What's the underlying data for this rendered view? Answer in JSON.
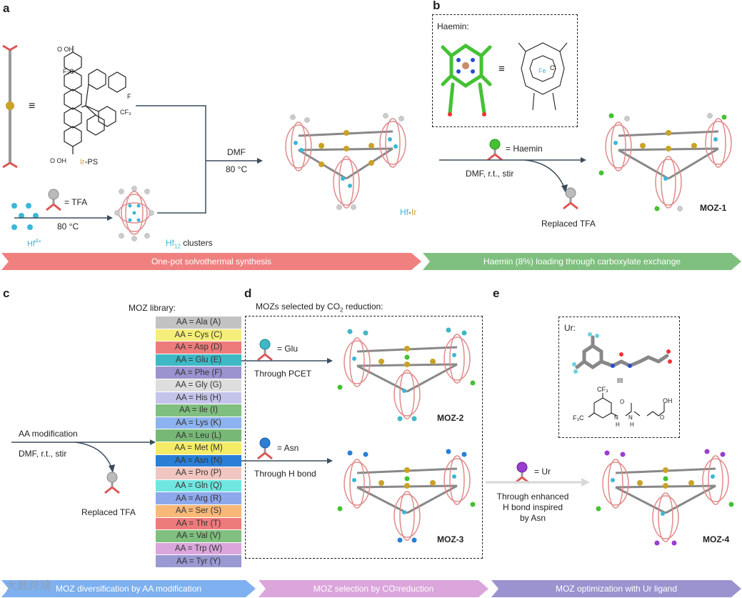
{
  "panels": {
    "a": "a",
    "b": "b",
    "c": "c",
    "d": "d",
    "e": "e"
  },
  "panel_a": {
    "equiv": "≡",
    "ir_ps": {
      "ir": "Ir",
      "rest": "-PS"
    },
    "cooh_top": "O  OH",
    "cf3": "F₃C",
    "cf3b": "CF₃",
    "f": "F",
    "oh_bottom": "O  OH",
    "tfa_label": "= TFA",
    "temp1": "80 °C",
    "hf_ion": {
      "base": "Hf",
      "sup": "4+"
    },
    "hf12": {
      "base": "Hf",
      "sub": "12",
      "rest": " clusters"
    },
    "dmf": "DMF",
    "temp2": "80 °C",
    "product": {
      "hf": "Hf",
      "dash": "-",
      "ir": "Ir"
    }
  },
  "panel_b": {
    "haemin_title": "Haemin:",
    "equiv": "≡",
    "fe": "Fe",
    "cl": "Cl",
    "haemin_eq": "= Haemin",
    "conditions": "DMF, r.t., stir",
    "replaced": "Replaced TFA",
    "product": "MOZ-1"
  },
  "banners_top": {
    "left": "One-pot solvothermal synthesis",
    "right": "Haemin (8%) loading through carboxylate exchange"
  },
  "panel_c": {
    "library_title": "MOZ library:",
    "aa_mod": "AA modification",
    "conditions": "DMF, r.t., stir",
    "replaced": "Replaced TFA",
    "library": [
      {
        "label": "AA = Ala (A)",
        "color": "#c3c3c3"
      },
      {
        "label": "AA = Cys (C)",
        "color": "#f5ee7a"
      },
      {
        "label": "AA = Asp (D)",
        "color": "#ee7b7b"
      },
      {
        "label": "AA = Glu (E)",
        "color": "#3fb8c6"
      },
      {
        "label": "AA = Phe (F)",
        "color": "#9a93cf"
      },
      {
        "label": "AA = Gly (G)",
        "color": "#dedede"
      },
      {
        "label": "AA = His (H)",
        "color": "#c4c4ea"
      },
      {
        "label": "AA = Ile (I)",
        "color": "#7fbf7f"
      },
      {
        "label": "AA = Lys (K)",
        "color": "#8cb3ef"
      },
      {
        "label": "AA = Leu (L)",
        "color": "#77b877"
      },
      {
        "label": "AA = Met (M)",
        "color": "#f4ec66"
      },
      {
        "label": "AA = Asn (N)",
        "color": "#2a7fd7"
      },
      {
        "label": "AA = Pro (P)",
        "color": "#f2c6c0"
      },
      {
        "label": "AA = Gln (Q)",
        "color": "#6fe6e0"
      },
      {
        "label": "AA = Arg (R)",
        "color": "#8ea8ec"
      },
      {
        "label": "AA = Ser (S)",
        "color": "#f7b878"
      },
      {
        "label": "AA = Thr (T)",
        "color": "#ee7b7b"
      },
      {
        "label": "AA = Val (V)",
        "color": "#7fbf7f"
      },
      {
        "label": "AA = Trp (W)",
        "color": "#dba6dc"
      },
      {
        "label": "AA = Tyr (Y)",
        "color": "#9a9ad2"
      }
    ]
  },
  "panel_d": {
    "title": {
      "pre": "MOZs selected by CO",
      "sub": "2",
      "post": " reduction:"
    },
    "glu_eq": "= Glu",
    "pcet": "Through PCET",
    "moz2": "MOZ-2",
    "asn_eq": "= Asn",
    "hbond": "Through H bond",
    "moz3": "MOZ-3"
  },
  "panel_e": {
    "ur_title": "Ur:",
    "cf3": "CF₃",
    "f3c": "F₃C",
    "h": "H",
    "n": "N",
    "o": "O",
    "oh": "OH",
    "roman": "III",
    "ur_eq": "= Ur",
    "enhanced": [
      "Through enhanced",
      "H bond inspired",
      "by Asn"
    ],
    "moz4": "MOZ-4"
  },
  "banners_bottom": {
    "c": "MOZ diversification by AA modification",
    "d": {
      "pre": "MOZ selection by CO",
      "sub": "2",
      "post": " reduction"
    },
    "e": "MOZ optimization with Ur ligand"
  },
  "watermark": "大数跨境",
  "colors": {
    "banner_red": "#f08080",
    "banner_green": "#7fbf7f",
    "banner_blue": "#7fb0ef",
    "banner_pink": "#dba6dc",
    "banner_purple": "#9a93cf",
    "hf_blue": "#3ab7d8",
    "ir_gold": "#c9a227",
    "haemin_green": "#44c234"
  }
}
